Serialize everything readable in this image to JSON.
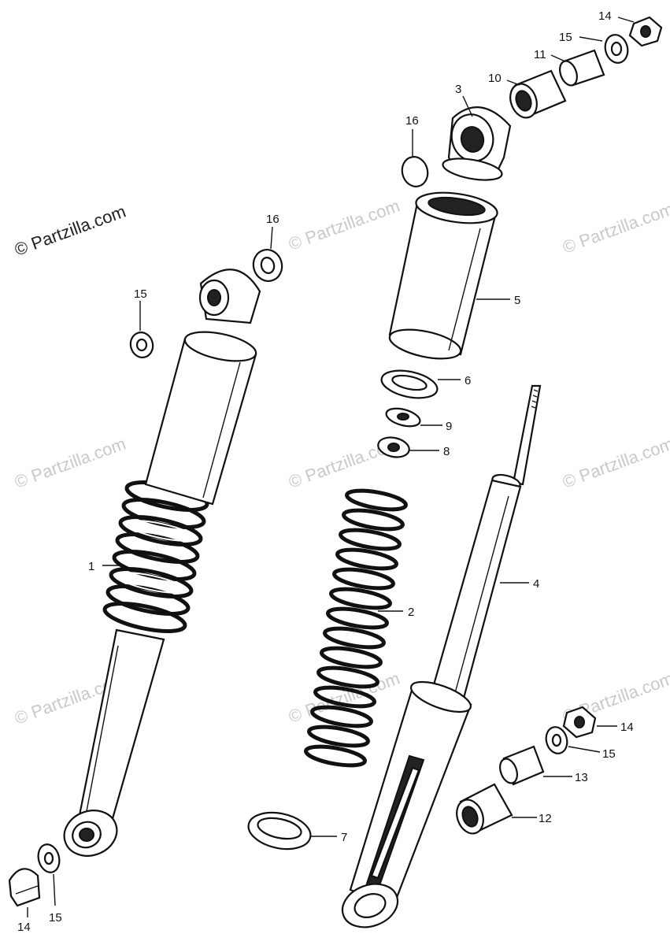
{
  "watermark": {
    "primary_text": "© Partzilla.com",
    "repeat_text": "© Partzilla.com"
  },
  "callouts": {
    "n1": "1",
    "n2": "2",
    "n3": "3",
    "n4": "4",
    "n5": "5",
    "n6": "6",
    "n7": "7",
    "n8": "8",
    "n9": "9",
    "n10": "10",
    "n11": "11",
    "n12": "12",
    "n13": "13",
    "n14_top": "14",
    "n14_right": "14",
    "n14_bottom": "14",
    "n15_top": "15",
    "n15_left": "15",
    "n15_right": "15",
    "n15_bottom": "15",
    "n16_top": "16",
    "n16_left": "16"
  },
  "colors": {
    "ink": "#111111",
    "paper": "#ffffff",
    "watermark": "#c9c9c9"
  }
}
